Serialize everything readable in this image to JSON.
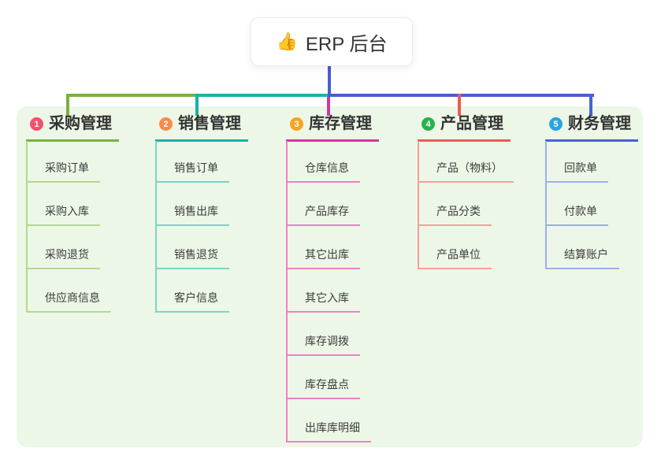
{
  "root": {
    "icon": "👍",
    "icon_name": "thumbs-up-icon",
    "label": "ERP 后台",
    "connector_color": "#4d5bd4"
  },
  "panel": {
    "background": "#edf7e7"
  },
  "branches": [
    {
      "badge": "1",
      "badge_color": "#f4516c",
      "label": "采购管理",
      "line_color": "#79b23f",
      "child_line_color": "#b4d88e",
      "children": [
        "采购订单",
        "采购入库",
        "采购退货",
        "供应商信息"
      ]
    },
    {
      "badge": "2",
      "badge_color": "#f88a4f",
      "label": "销售管理",
      "line_color": "#17b3a4",
      "child_line_color": "#7fd2c7",
      "children": [
        "销售订单",
        "销售出库",
        "销售退货",
        "客户信息"
      ]
    },
    {
      "badge": "3",
      "badge_color": "#f9a422",
      "label": "库存管理",
      "line_color": "#cb3a9e",
      "child_line_color": "#ee82c3",
      "children": [
        "仓库信息",
        "产品库存",
        "其它出库",
        "其它入库",
        "库存调拨",
        "库存盘点",
        "出库库明细"
      ]
    },
    {
      "badge": "4",
      "badge_color": "#27b24e",
      "label": "产品管理",
      "line_color": "#f15953",
      "child_line_color": "#f5a09b",
      "children": [
        "产品（物料）",
        "产品分类",
        "产品单位"
      ]
    },
    {
      "badge": "5",
      "badge_color": "#29a5dd",
      "label": "财务管理",
      "line_color": "#4663cf",
      "child_line_color": "#9cb0e6",
      "children": [
        "回款单",
        "付款单",
        "结算账户"
      ]
    }
  ]
}
